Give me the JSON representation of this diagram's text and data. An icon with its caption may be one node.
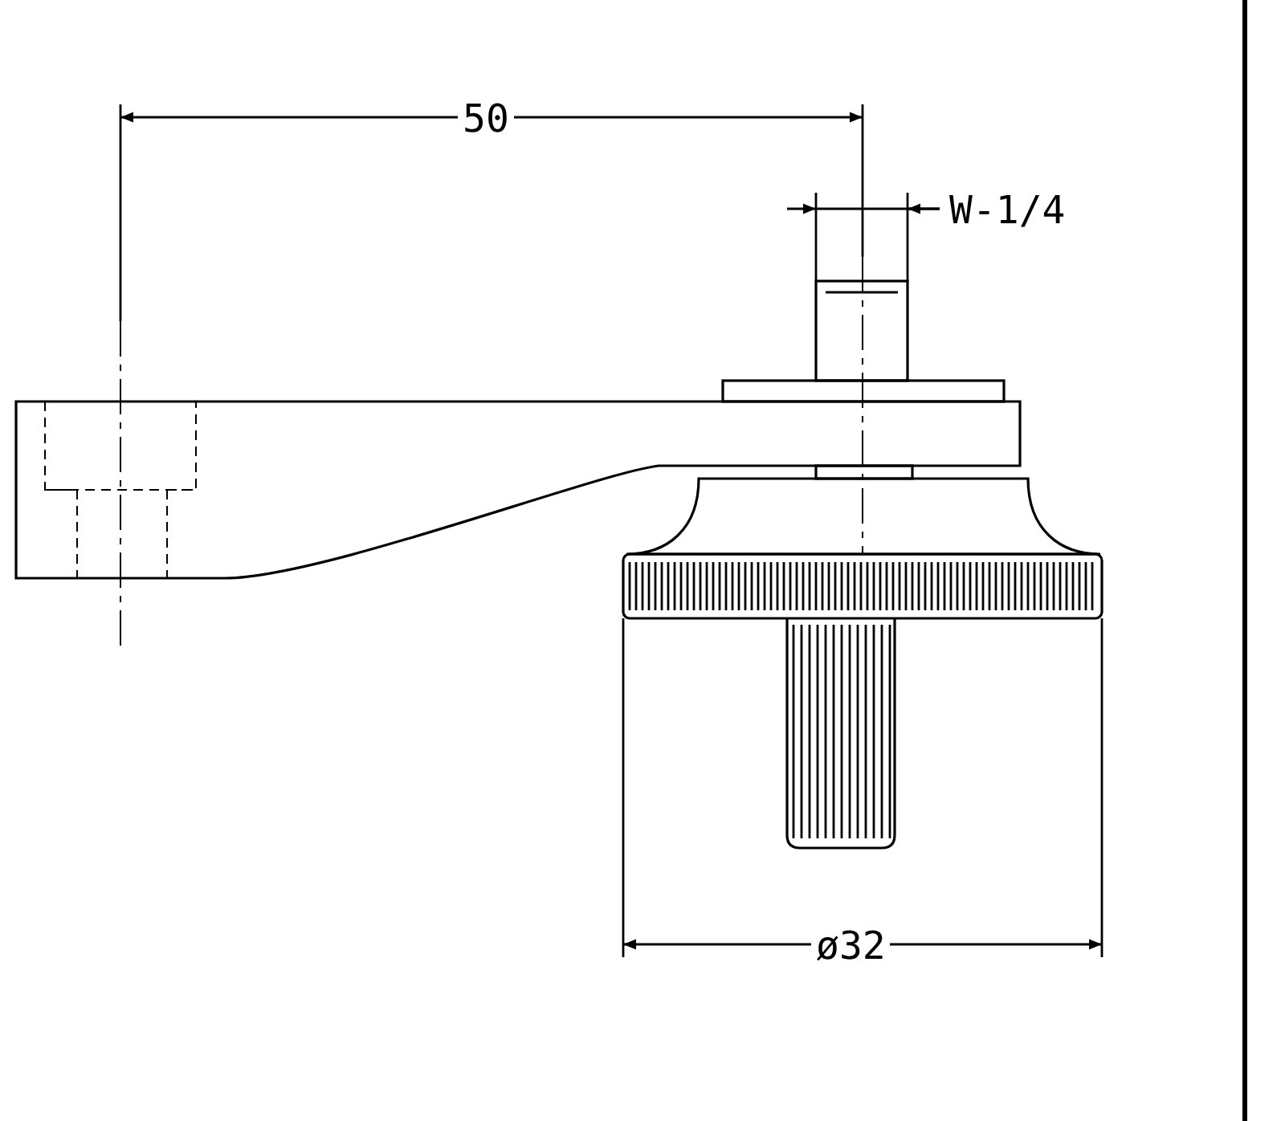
{
  "diagram": {
    "labels": [
      "50",
      "W-1/4",
      "ø32"
    ]
  }
}
